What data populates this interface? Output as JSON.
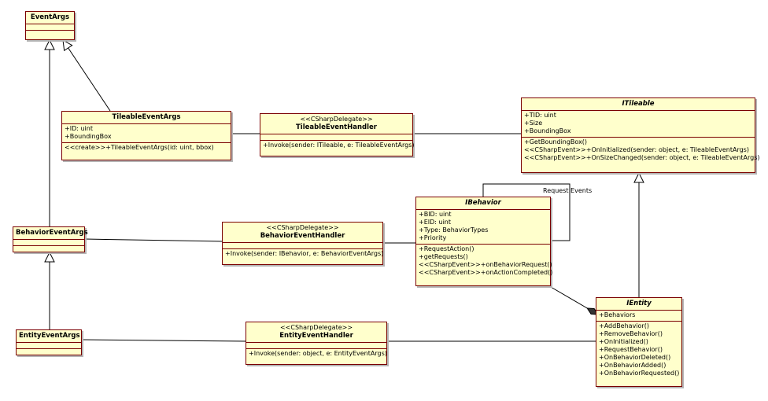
{
  "classes": {
    "eventargs": {
      "name": "EventArgs",
      "attributes": [],
      "operations": []
    },
    "tileable_eventargs": {
      "name": "TileableEventArgs",
      "attributes": [
        "+ID: uint",
        "+BoundingBox"
      ],
      "operations": [
        "<<create>>+TileableEventArgs(id: uint, bbox)"
      ]
    },
    "tileable_handler": {
      "stereotype": "<<CSharpDelegate>>",
      "name": "TileableEventHandler",
      "attributes": [],
      "operations": [
        "+Invoke(sender: ITileable, e: TileableEventArgs)"
      ]
    },
    "itileable": {
      "name": "ITileable",
      "attributes": [
        "+TID: uint",
        "+Size",
        "+BoundingBox"
      ],
      "operations": [
        "+GetBoundingBox()",
        "<<CSharpEvent>>+OnInitialized(sender: object, e: TileableEventArgs)",
        "<<CSharpEvent>>+OnSizeChanged(sender: object, e: TileableEventArgs)"
      ]
    },
    "ibehavior": {
      "name": "IBehavior",
      "attributes": [
        "+BID: uint",
        "+EID: uint",
        "+Type: BehaviorTypes",
        "+Priority"
      ],
      "operations": [
        "+RequestAction()",
        "+getRequests()",
        "<<CSharpEvent>>+onBehaviorRequest()",
        "<<CSharpEvent>>+onActionCompleted()"
      ]
    },
    "behavior_eventargs": {
      "name": "BehaviorEventArgs",
      "attributes": [],
      "operations": []
    },
    "behavior_handler": {
      "stereotype": "<<CSharpDelegate>>",
      "name": "BehaviorEventHandler",
      "attributes": [],
      "operations": [
        "+Invoke(sender: IBehavior, e: BehaviorEventArgs)"
      ]
    },
    "entity_eventargs": {
      "name": "EntityEventArgs",
      "attributes": [],
      "operations": []
    },
    "entity_handler": {
      "stereotype": "<<CSharpDelegate>>",
      "name": "EntityEventHandler",
      "attributes": [],
      "operations": [
        "+Invoke(sender: object, e: EntityEventArgs)"
      ]
    },
    "ientity": {
      "name": "IEntity",
      "attributes": [
        "+Behaviors"
      ],
      "operations": [
        "+AddBehavior()",
        "+RemoveBehavior()",
        "+OnInitialized()",
        "+RequestBehavior()",
        "+OnBehaviorDeleted()",
        "+OnBehaviorAdded()",
        "+OnBehaviorRequested()"
      ]
    }
  },
  "associations": {
    "request_events": "Request Events"
  },
  "colors": {
    "box_fill": "#ffffcc",
    "box_border": "#7a0000",
    "line": "#000000",
    "shadow": "#b5b5b5"
  }
}
